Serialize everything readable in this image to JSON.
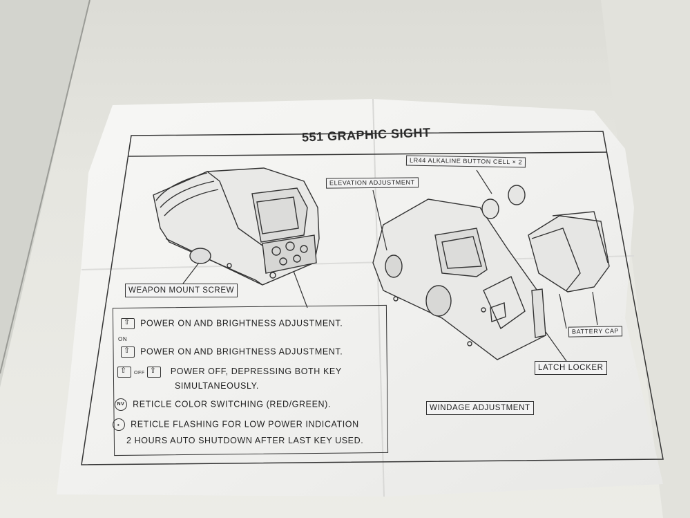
{
  "manual": {
    "title": "551 GRAPHIC SIGHT",
    "labels": {
      "battery_cell": "LR44 ALKALINE BUTTON CELL × 2",
      "elevation": "ELEVATION ADJUSTMENT",
      "weapon_mount": "WEAPON MOUNT SCREW",
      "battery_cap": "BATTERY CAP",
      "latch_locker": "LATCH LOCKER",
      "windage": "WINDAGE ADJUSTMENT"
    },
    "instructions": [
      {
        "icon": "up-key-icon",
        "text": "POWER ON AND BRIGHTNESS ADJUSTMENT."
      },
      {
        "icon": "down-key-icon",
        "text": "POWER ON AND BRIGHTNESS ADJUSTMENT."
      },
      {
        "icon": "both-keys-icon",
        "text": "POWER OFF, DEPRESSING BOTH KEY"
      },
      {
        "icon": "",
        "text": "SIMULTANEOUSLY."
      },
      {
        "icon": "nv-icon",
        "text": "RETICLE COLOR SWITCHING (RED/GREEN)."
      },
      {
        "icon": "dot-icon",
        "text": "RETICLE FLASHING FOR LOW POWER INDICATION"
      },
      {
        "icon": "",
        "text": "2 HOURS AUTO SHUTDOWN AFTER LAST KEY USED."
      }
    ],
    "icon_marks": {
      "on": "ON",
      "off": "OFF",
      "nv": "NV"
    }
  }
}
